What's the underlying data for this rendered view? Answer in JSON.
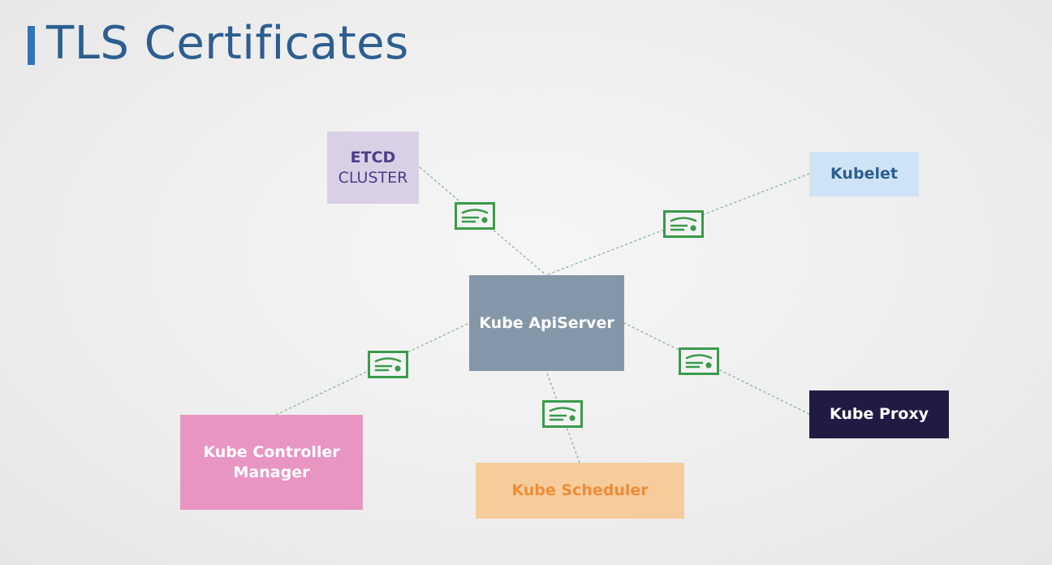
{
  "title": "TLS Certificates",
  "nodes": {
    "etcd": {
      "line1": "ETCD",
      "line2": "CLUSTER"
    },
    "kubelet": {
      "label": "Kubelet"
    },
    "apiserver": {
      "label": "Kube ApiServer"
    },
    "controller": {
      "line1": "Kube Controller",
      "line2": "Manager"
    },
    "scheduler": {
      "label": "Kube Scheduler"
    },
    "proxy": {
      "label": "Kube Proxy"
    }
  },
  "colors": {
    "title": "#2c5e90",
    "accent_bar": "#2f73b8",
    "certificate": "#3a9b4c",
    "etcd_bg": "#d9d0e6",
    "kubelet_bg": "#cfe3f6",
    "apiserver_bg": "#8497a8",
    "controller_bg": "#e895c1",
    "scheduler_bg": "#f6cc9c",
    "proxy_bg": "#211b44"
  },
  "icons": [
    "certificate-icon"
  ]
}
